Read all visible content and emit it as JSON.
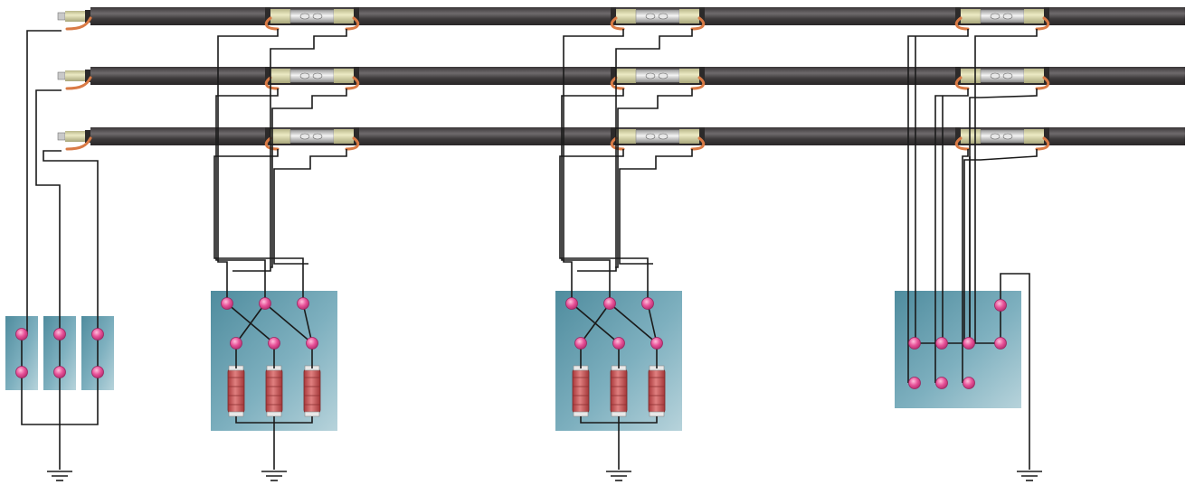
{
  "diagram": {
    "cable_count": 3,
    "cable_section_count": 4,
    "sections": [
      {
        "id": "termination",
        "box_type": "three-separate-boxes",
        "has_resistors": false
      },
      {
        "id": "cross-bond-1",
        "box_type": "cross-bonding-with-svl",
        "has_resistors": true
      },
      {
        "id": "cross-bond-2",
        "box_type": "cross-bonding-with-svl",
        "has_resistors": true
      },
      {
        "id": "solid-bond",
        "box_type": "direct-link-box",
        "has_resistors": false
      }
    ],
    "colors": {
      "cable": "#4a4648",
      "cable_highlight": "#6e6a6c",
      "joint_sleeve": "#d8d6a6",
      "joint_band": "#2c2a2a",
      "bond_lead": "#d97a45",
      "box": "#5f9aab",
      "box_light": "#a8c9d3",
      "terminal": "#e0508a",
      "resistor": "#c8504f",
      "wire": "#1a1a1a"
    }
  }
}
